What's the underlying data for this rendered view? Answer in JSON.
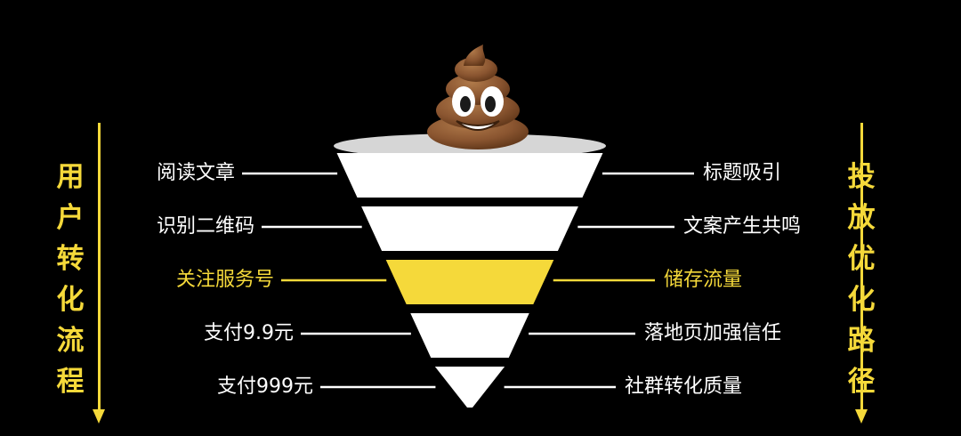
{
  "left_title": [
    "用",
    "户",
    "转",
    "化",
    "流",
    "程"
  ],
  "right_title": [
    "投",
    "放",
    "优",
    "化",
    "路",
    "径"
  ],
  "colors": {
    "background": "#000000",
    "accent": "#F5D93A",
    "funnel": "#FFFFFF",
    "funnel_rim": "#D6D6D6"
  },
  "icons": {
    "top": "poop-emoji-icon"
  },
  "stages": [
    {
      "left": "阅读文章",
      "right": "标题吸引",
      "highlight": false
    },
    {
      "left": "识别二维码",
      "right": "文案产生共鸣",
      "highlight": false
    },
    {
      "left": "关注服务号",
      "right": "储存流量",
      "highlight": true
    },
    {
      "left": "支付9.9元",
      "right": "落地页加强信任",
      "highlight": false
    },
    {
      "left": "支付999元",
      "right": "社群转化质量",
      "highlight": false
    }
  ]
}
